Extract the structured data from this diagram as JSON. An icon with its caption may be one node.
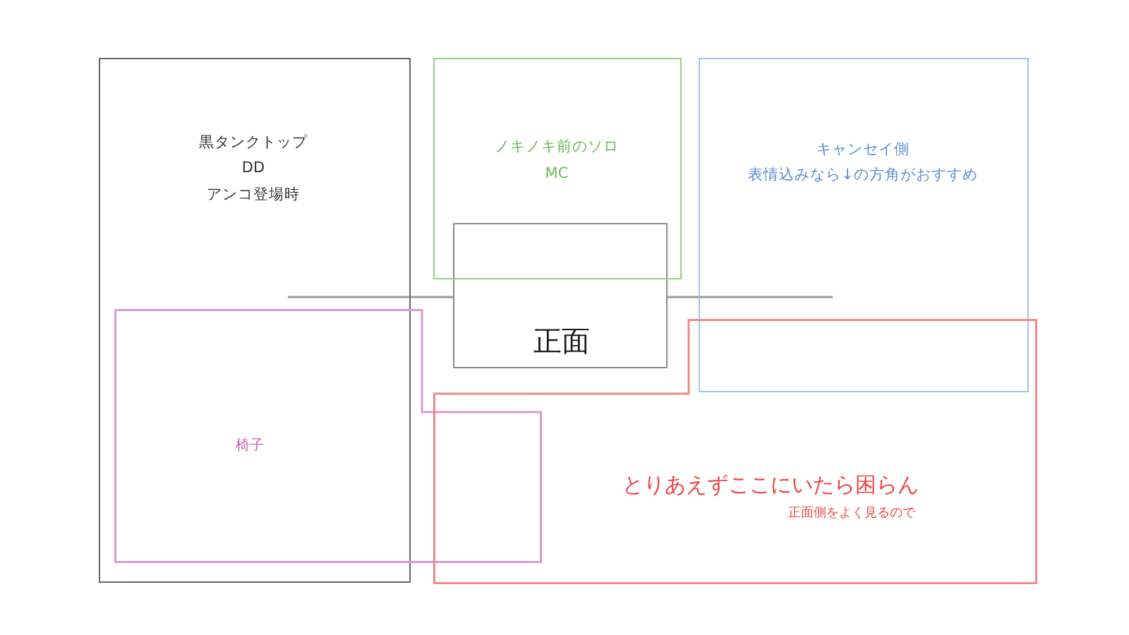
{
  "diagram": {
    "nodes": [
      {
        "text": [
          "黒タンクトップ",
          "DD",
          "アンコ登場時"
        ]
      },
      {
        "text": [
          "ノキノキ前のソロ",
          "MC"
        ]
      },
      {
        "text": [
          "キャンセイ側",
          "表情込みなら↓の方角がおすすめ"
        ]
      },
      {
        "text": [
          "正面"
        ]
      },
      {
        "text": [
          "椅子"
        ]
      },
      {
        "text": [
          "とりあえずここにいたら困らん",
          "正面側をよく見るので"
        ]
      }
    ]
  }
}
